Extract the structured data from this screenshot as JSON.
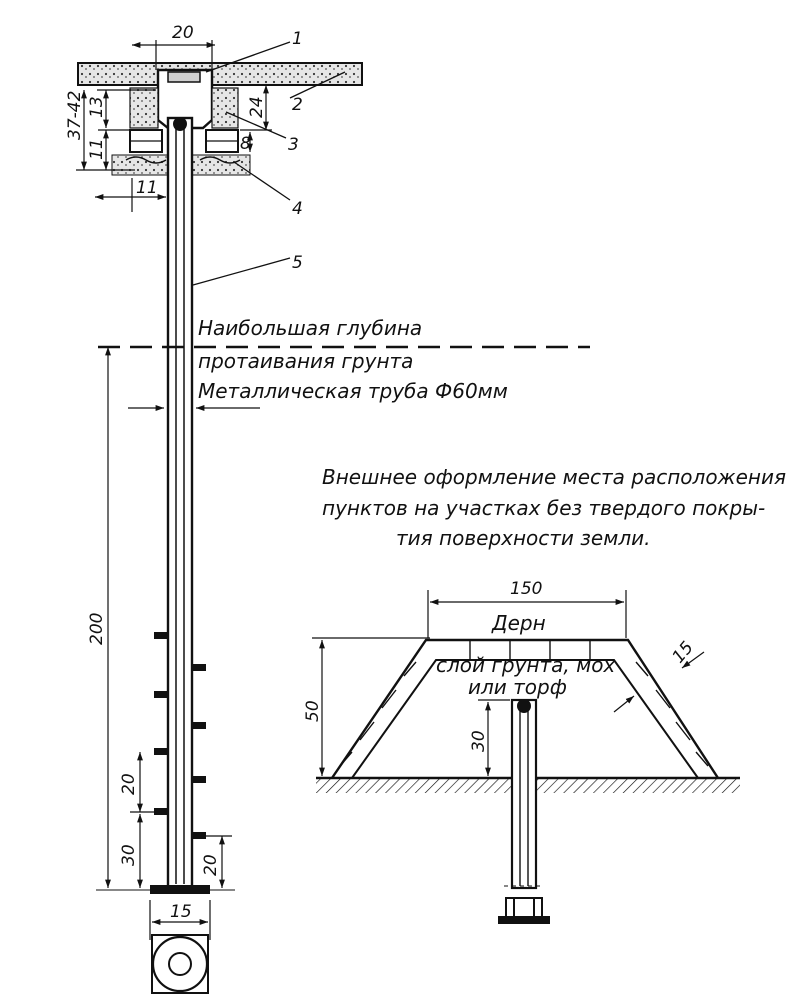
{
  "main_drawing": {
    "dimensions": {
      "top_width": "20",
      "depth_range": "37-42",
      "inner_depth": "13",
      "lower_offset": "11",
      "cap_depth": "24",
      "block_height": "8",
      "sand_width": "11",
      "total_depth": "200",
      "rung_spacing": "20",
      "bottom_offset": "30",
      "base_height": "20",
      "base_width": "15"
    },
    "callouts": [
      "1",
      "2",
      "3",
      "4",
      "5"
    ],
    "notes": {
      "frost_line_1": "Наибольшая глубина",
      "frost_line_2": "протаивания грунта",
      "pipe": "Металлическая труба Ф60мм"
    }
  },
  "mound_drawing": {
    "caption_1": "Внешнее оформление места расположения",
    "caption_2": "пунктов на участках без твердого покры-",
    "caption_3": "тия поверхности земли.",
    "dimensions": {
      "top_width": "150",
      "height": "50",
      "slope_thickness": "15",
      "pipe_depth": "30"
    },
    "labels": {
      "turf": "Дерн",
      "soil_1": "слой грунта, мох",
      "soil_2": "или торф"
    }
  }
}
